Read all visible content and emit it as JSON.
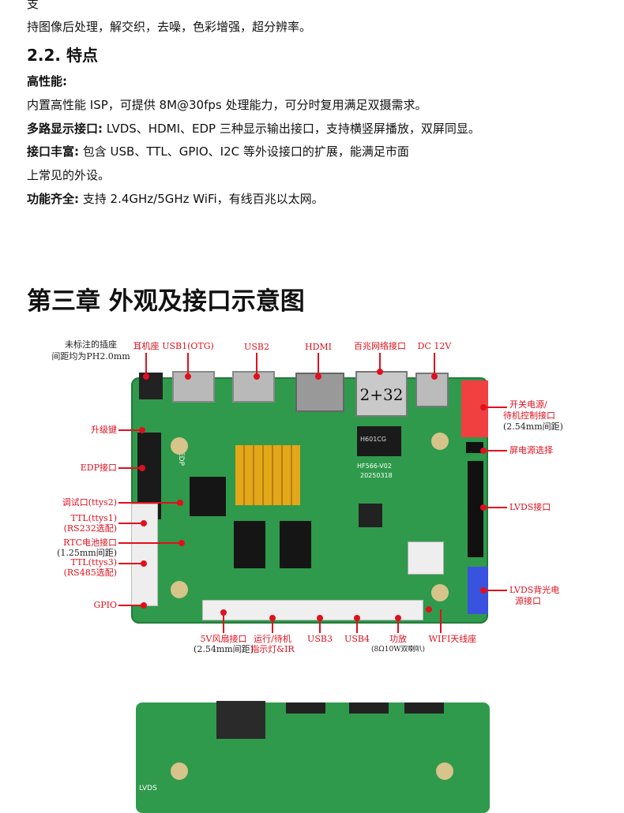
{
  "text": {
    "line0": "支",
    "line1": "持图像后处理，解交织，去噪，色彩增强，超分辨率。",
    "section": "2.2. 特点",
    "f1_title": "高性能:",
    "f1_body": "内置高性能 ISP，可提供 8M@30fps 处理能力，可分时复用满足双摄需求。",
    "f2_title": "多路显示接口:",
    "f2_body": " LVDS、HDMI、EDP 三种显示输出接口，支持横竖屏播放，双屏同显。",
    "f3_title": "接口丰富:",
    "f3_body": " 包含 USB、TTL、GPIO、I2C 等外设接口的扩展，能满足市面",
    "f3_body2": "上常见的外设。",
    "f4_title": "功能齐全:",
    "f4_body": " 支持 2.4GHz/5GHz WiFi，有线百兆以太网。",
    "chapter": "第三章 外观及接口示意图"
  },
  "diagram": {
    "note1": "未标注的插座",
    "note2": "间距均为PH2.0mm",
    "top": [
      "耳机座",
      "USB1(OTG)",
      "USB2",
      "HDMI",
      "百兆网络接口",
      "DC 12V"
    ],
    "left": [
      "升级键",
      "EDP接口",
      "调试口(ttys2)",
      "TTL(ttys1)",
      "(RS232选配)",
      "RTC电池接口",
      "(1.25mm间距)",
      "TTL(ttys3)",
      "(RS485选配)",
      "GPIO"
    ],
    "right": [
      "开关电源/",
      "待机控制接口",
      "(2.54mm间距)",
      "屏电源选择",
      "LVDS接口",
      "LVDS背光电",
      "源接口"
    ],
    "bottom": [
      "5V风扇接口",
      "(2.54mm间距)",
      "运行/待机",
      "指示灯&IR",
      "USB3",
      "USB4",
      "功放",
      "(8Ω10W双喇叭)",
      "WIFI天线座"
    ],
    "board_marks": {
      "rj45": "2+32",
      "chip": "H601CG",
      "model": "HF566-V02",
      "date": "20250318",
      "edp": "EDP",
      "lvds": "LVDS"
    }
  }
}
